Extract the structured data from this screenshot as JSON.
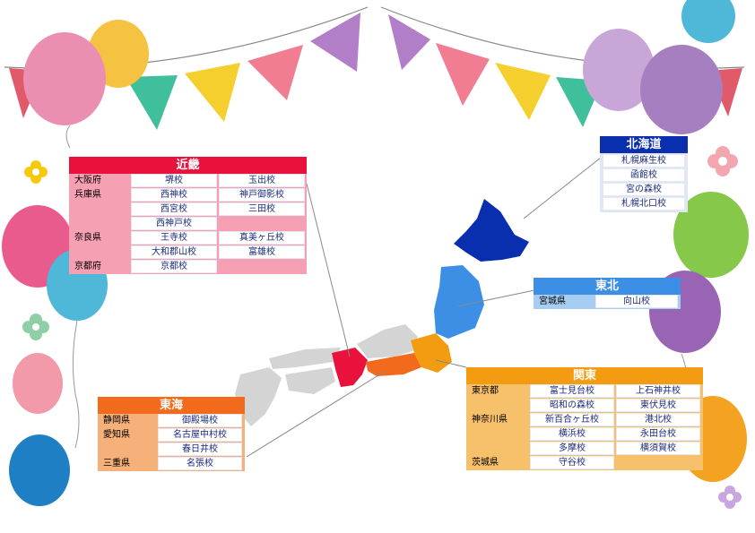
{
  "colors": {
    "kinki": "#e8123c",
    "kinki_side": "#f6a0b4",
    "hokkaido": "#0a2fae",
    "tohoku": "#3d8fe6",
    "kanto": "#f39c12",
    "kanto_side": "#f7c06a",
    "tokai": "#f26b1d",
    "tokai_side": "#f6b07a",
    "map_grey": "#d4d4d4"
  },
  "regions": {
    "kinki": {
      "title": "近畿",
      "prefs": [
        {
          "name": "大阪府",
          "schools": [
            "堺校",
            "玉出校"
          ]
        },
        {
          "name": "兵庫県",
          "schools": [
            "西神校",
            "神戸御影校",
            "西宮校",
            "三田校",
            "西神戸校"
          ]
        },
        {
          "name": "奈良県",
          "schools": [
            "王寺校",
            "真美ヶ丘校",
            "大和郡山校",
            "富雄校"
          ]
        },
        {
          "name": "京都府",
          "schools": [
            "京都校"
          ]
        }
      ]
    },
    "hokkaido": {
      "title": "北海道",
      "schools": [
        "札幌麻生校",
        "函館校",
        "宮の森校",
        "札幌北口校"
      ]
    },
    "tohoku": {
      "title": "東北",
      "prefs": [
        {
          "name": "宮城県",
          "schools": [
            "向山校"
          ]
        }
      ]
    },
    "kanto": {
      "title": "関東",
      "prefs": [
        {
          "name": "東京都",
          "schools": [
            "富士見台校",
            "上石神井校",
            "昭和の森校",
            "東伏見校"
          ]
        },
        {
          "name": "神奈川県",
          "schools": [
            "新百合ヶ丘校",
            "港北校",
            "横浜校",
            "永田台校",
            "多摩校",
            "横須賀校"
          ]
        },
        {
          "name": "茨城県",
          "schools": [
            "守谷校"
          ]
        }
      ]
    },
    "tokai": {
      "title": "東海",
      "prefs": [
        {
          "name": "静岡県",
          "schools": [
            "御殿場校"
          ]
        },
        {
          "name": "愛知県",
          "schools": [
            "名古屋中村校",
            "春日井校"
          ]
        },
        {
          "name": "三重県",
          "schools": [
            "名張校"
          ]
        }
      ]
    }
  }
}
